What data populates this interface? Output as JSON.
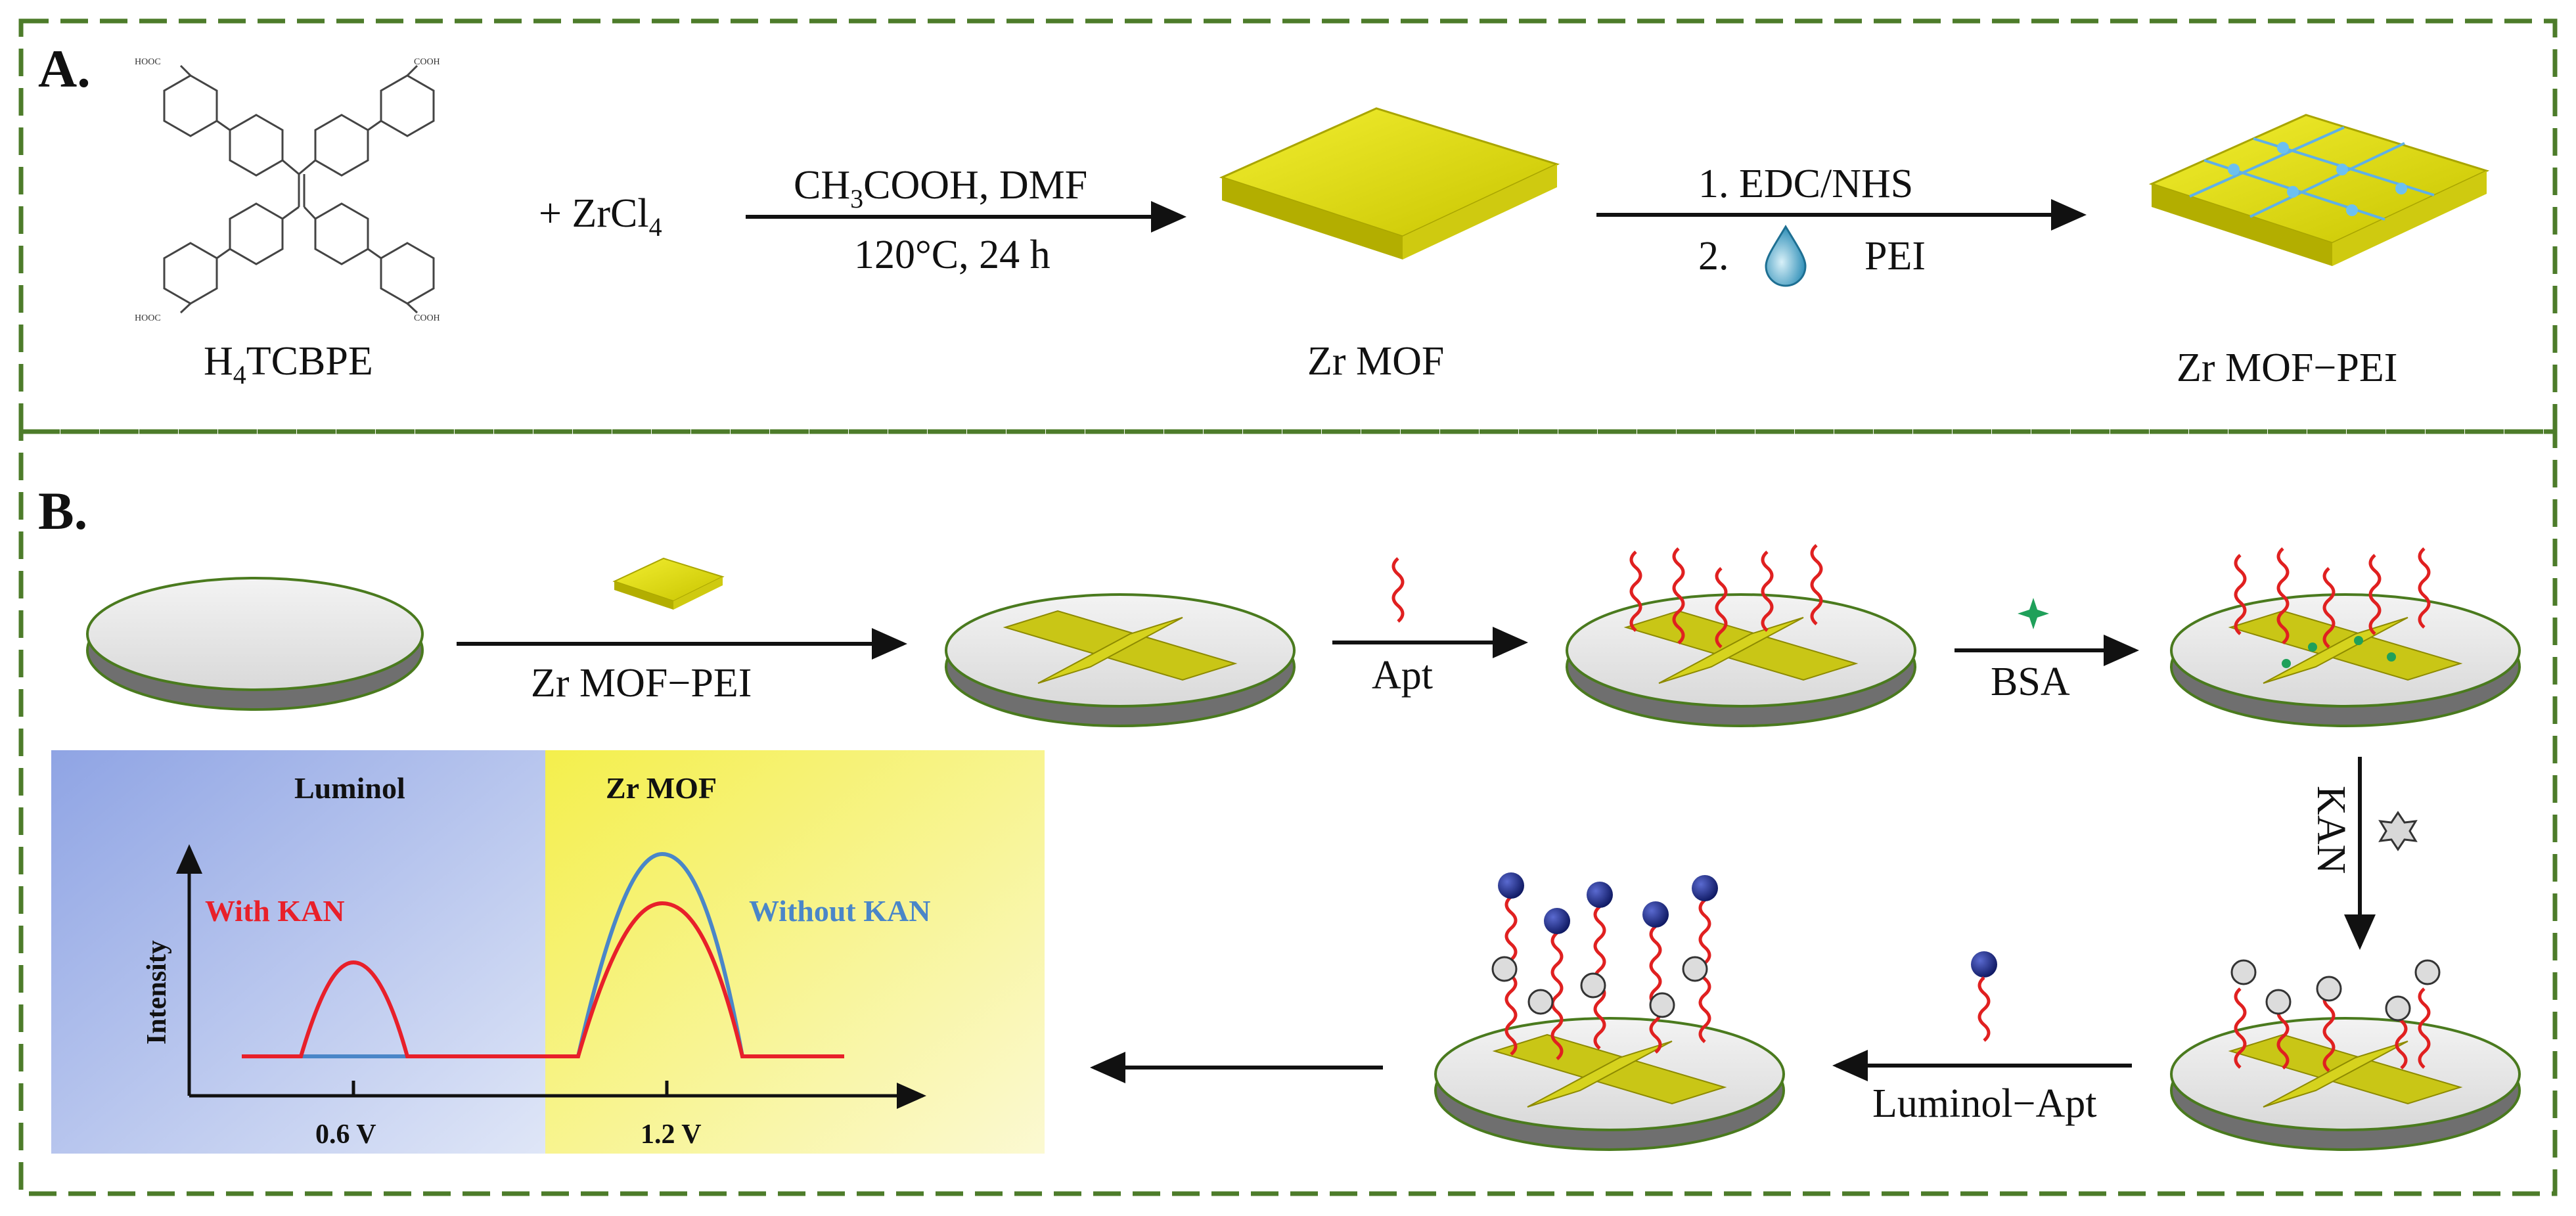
{
  "panel_a": {
    "heading": "A.",
    "ligand_label_prefix": "H",
    "ligand_label_sub": "4",
    "ligand_label_suffix": "TCBPE",
    "ligand_cooh": "COOH",
    "ligand_hooc": "HOOC",
    "reagent_prefix": "+ ZrCl",
    "reagent_sub": "4",
    "cond1_line1_a": "CH",
    "cond1_line1_sub": "3",
    "cond1_line1_b": "COOH, DMF",
    "cond1_line2": "120°C, 24 h",
    "product1_label": "Zr MOF",
    "cond2_line1": "1. EDC/NHS",
    "cond2_line2_num": "2.",
    "cond2_line2_text": "PEI",
    "product2_label": "Zr MOF−PEI"
  },
  "panel_b": {
    "heading": "B.",
    "step1_label": "Zr MOF−PEI",
    "step2_label": "Apt",
    "step3_label": "BSA",
    "step4_label": "KAN",
    "step5_label": "Luminol−Apt",
    "plot": {
      "left_region_label": "Luminol",
      "right_region_label": "Zr MOF",
      "ylabel": "Intensity",
      "x_tick_1": "0.6 V",
      "x_tick_2": "1.2 V",
      "series_with_label": "With KAN",
      "series_without_label": "Without KAN"
    }
  },
  "colors": {
    "frame": "#4d7c2a",
    "mof_yellow": "#d9d400",
    "aptamer_red": "#e02020",
    "with_kan": "#e8202a",
    "without_kan": "#4a86c8",
    "bsa_green": "#1fa05a",
    "luminol_blue": "#1a2a8c",
    "panel_blue": "#8fa6e6",
    "panel_yellow": "#f7f26a"
  }
}
